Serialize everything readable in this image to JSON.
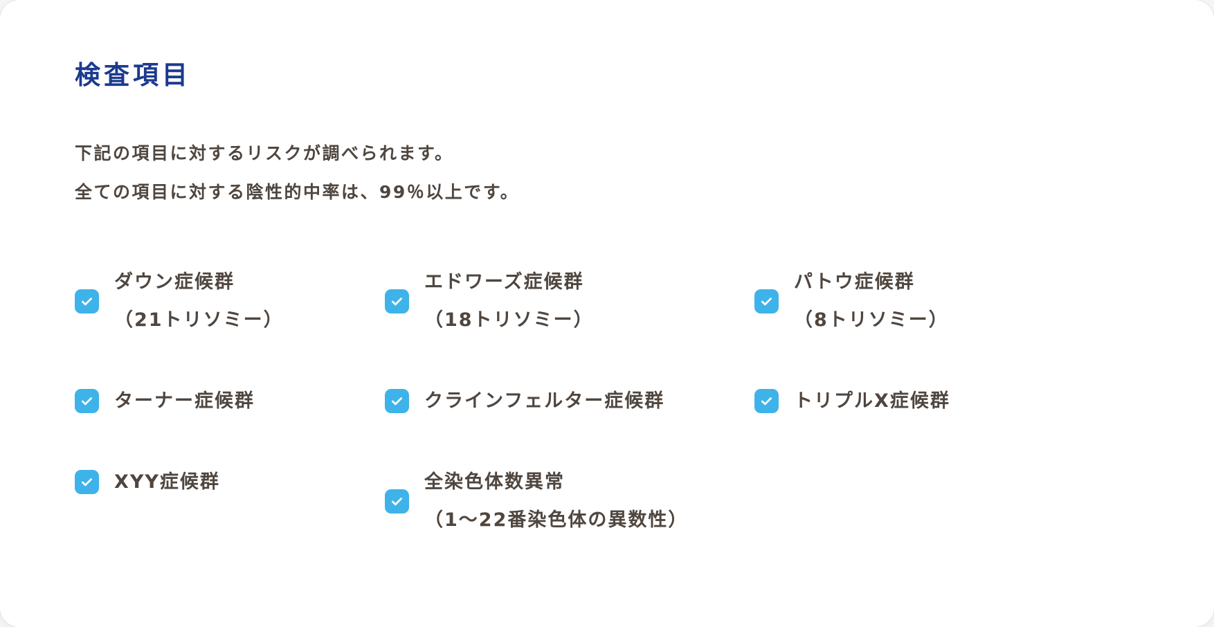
{
  "colors": {
    "title": "#1b3a8f",
    "text": "#4f463f",
    "checkbox": "#3eb3e9",
    "card_background": "#ffffff"
  },
  "header": {
    "title": "検査項目"
  },
  "intro": {
    "line1": "下記の項目に対するリスクが調べられます。",
    "line2": "全ての項目に対する陰性的中率は、99％以上です。"
  },
  "items": [
    {
      "label": "ダウン症候群",
      "sub": "（21トリソミー）",
      "checked": true
    },
    {
      "label": "エドワーズ症候群",
      "sub": "（18トリソミー）",
      "checked": true
    },
    {
      "label": "パトウ症候群",
      "sub": "（8トリソミー）",
      "checked": true
    },
    {
      "label": "ターナー症候群",
      "sub": "",
      "checked": true
    },
    {
      "label": "クラインフェルター症候群",
      "sub": "",
      "checked": true
    },
    {
      "label": "トリプルX症候群",
      "sub": "",
      "checked": true
    },
    {
      "label": "XYY症候群",
      "sub": "",
      "checked": true
    },
    {
      "label": "全染色体数異常",
      "sub": "（1〜22番染色体の異数性）",
      "checked": true
    }
  ]
}
